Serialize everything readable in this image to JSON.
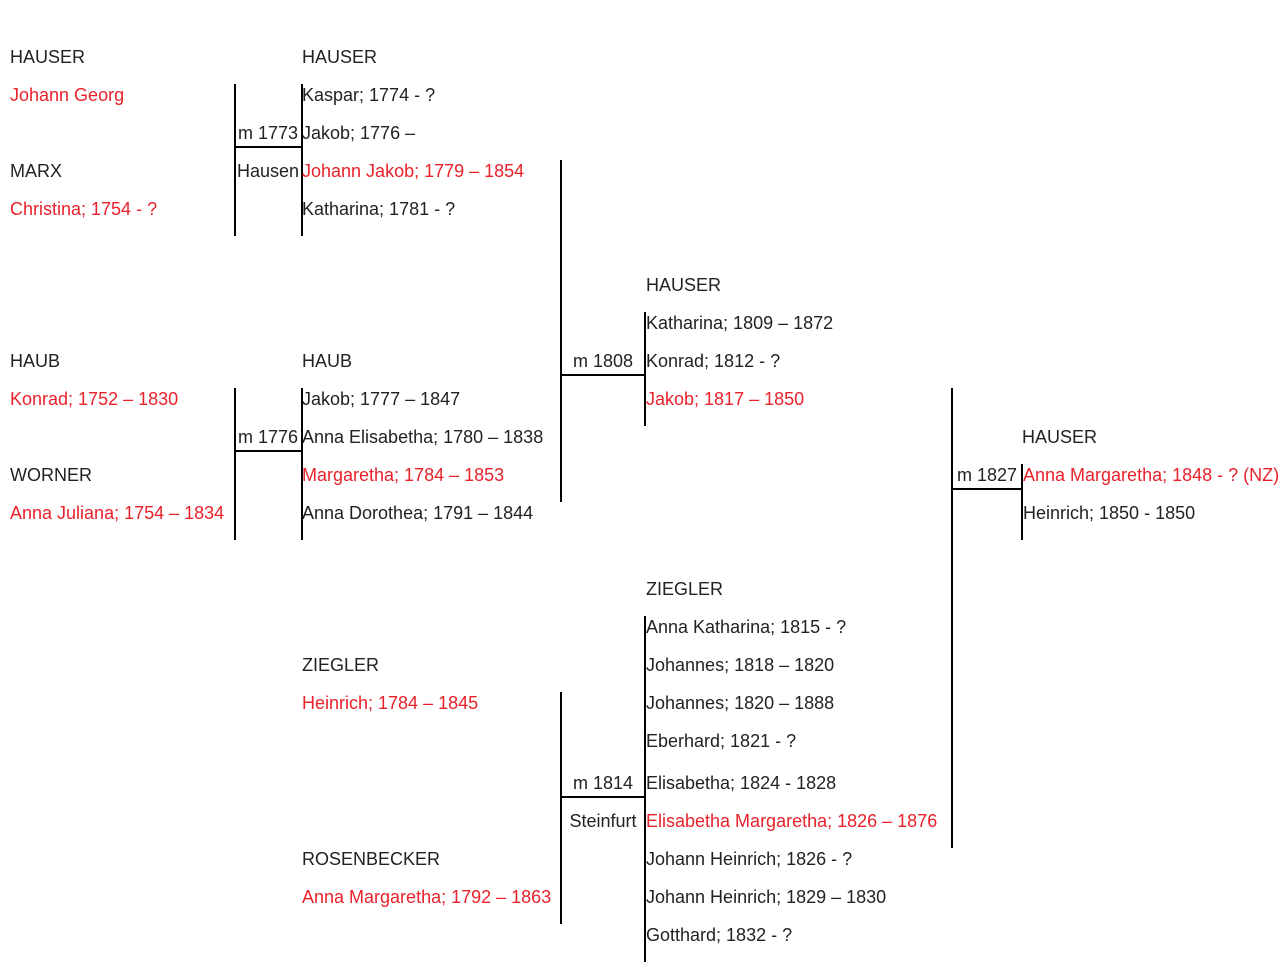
{
  "colors": {
    "highlight": "#e8212a",
    "text": "#222222",
    "line": "#000000"
  },
  "gen1": {
    "hauser_surname": "HAUSER",
    "johann_georg": "Johann Georg",
    "marx_surname": "MARX",
    "christina": "Christina; 1754 - ?",
    "haub_surname": "HAUB",
    "konrad": "Konrad; 1752 – 1830",
    "worner_surname": "WORNER",
    "anna_juliana": "Anna Juliana; 1754 – 1834"
  },
  "marriage1": {
    "label": "m 1773",
    "place": "Hausen"
  },
  "marriage2": {
    "label": "m 1776"
  },
  "gen2": {
    "hauser_surname": "HAUSER",
    "hauser_children": [
      "Kaspar; 1774 - ?",
      "Jakob; 1776 –",
      "Johann Jakob; 1779 – 1854",
      "Katharina; 1781 - ?"
    ],
    "haub_surname": "HAUB",
    "haub_children": [
      "Jakob; 1777 – 1847",
      "Anna Elisabetha; 1780 – 1838",
      "Margaretha; 1784 – 1853",
      "Anna Dorothea; 1791 – 1844"
    ],
    "ziegler_surname": "ZIEGLER",
    "heinrich": "Heinrich; 1784 – 1845",
    "rosenbecker_surname": "ROSENBECKER",
    "anna_margaretha": "Anna Margaretha; 1792 – 1863"
  },
  "marriage3": {
    "label": "m 1808"
  },
  "marriage4": {
    "label": "m 1814",
    "place": "Steinfurt"
  },
  "gen3": {
    "hauser_surname": "HAUSER",
    "hauser_children": [
      "Katharina; 1809 – 1872",
      "Konrad; 1812 - ?",
      "Jakob; 1817 – 1850"
    ],
    "ziegler_surname": "ZIEGLER",
    "ziegler_children": [
      "Anna Katharina; 1815 - ?",
      "Johannes; 1818 – 1820",
      "Johannes; 1820 – 1888",
      "Eberhard; 1821 - ?",
      "Elisabetha; 1824 - 1828",
      "Elisabetha Margaretha; 1826 – 1876",
      "Johann Heinrich; 1826 - ?",
      "Johann Heinrich; 1829 – 1830",
      "Gotthard; 1832 - ?"
    ]
  },
  "marriage5": {
    "label": "m 1827"
  },
  "gen4": {
    "hauser_surname": "HAUSER",
    "children": [
      "Anna Margaretha; 1848 - ? (NZ)",
      "Heinrich; 1850 - 1850"
    ]
  }
}
